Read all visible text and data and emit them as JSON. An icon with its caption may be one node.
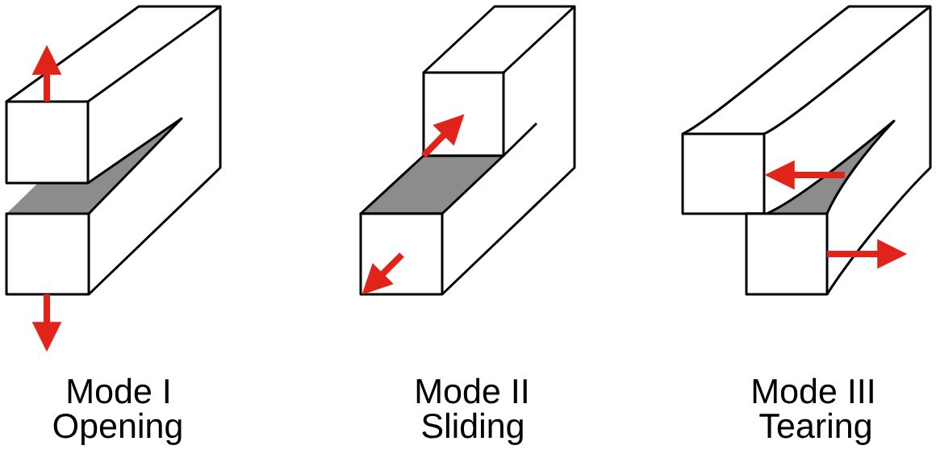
{
  "diagram": {
    "labels": [
      "Mode I",
      "Opening",
      "Mode II",
      "Sliding",
      "Mode III",
      "Tearing"
    ]
  }
}
